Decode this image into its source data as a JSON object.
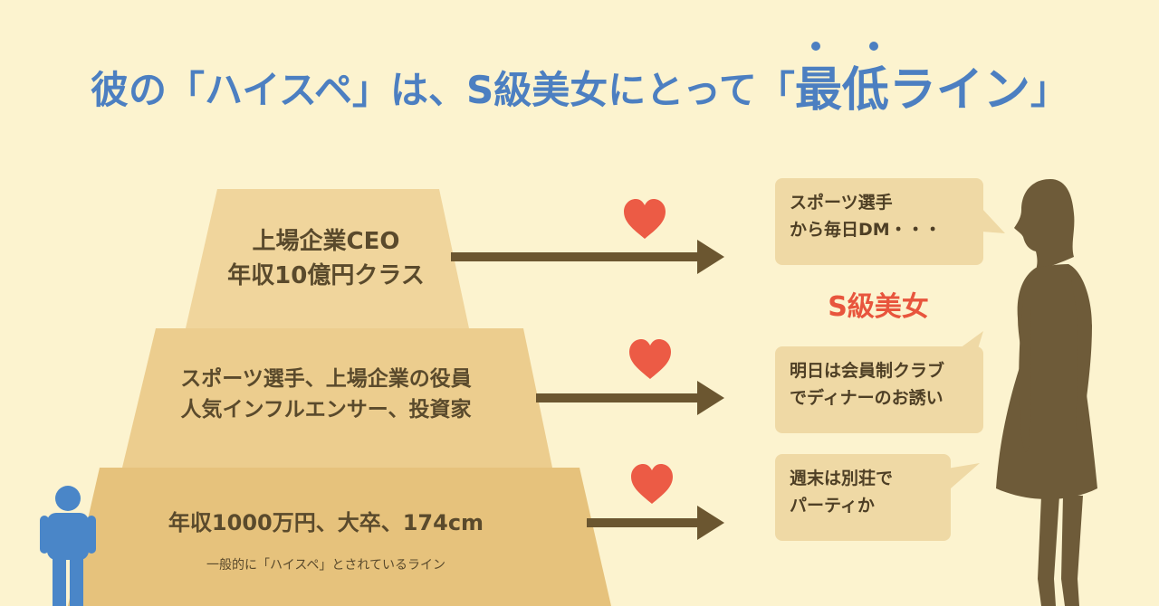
{
  "title": {
    "main": "彼の「ハイスペ」は、S級美女にとって",
    "open_bracket": "「",
    "emphasis": "最低ライン",
    "close_bracket": "」"
  },
  "pyramid": {
    "tiers": [
      {
        "line1": "上場企業CEO",
        "line2": "年収10億円クラス"
      },
      {
        "line1": "スポーツ選手、上場企業の役員",
        "line2": "人気インフルエンサー、投資家"
      },
      {
        "line1": "年収1000万円、大卒、174cm",
        "sub": "一般的に「ハイスペ」とされているライン"
      }
    ]
  },
  "bubbles": [
    {
      "line1": "スポーツ選手",
      "line2": "から毎日DM・・・"
    },
    {
      "line1": "明日は会員制クラブ",
      "line2": "でディナーのお誘い"
    },
    {
      "line1": "週末は別荘で",
      "line2": "パーティか"
    }
  ],
  "woman_label": "S級美女",
  "colors": {
    "background": "#fcf3cf",
    "title_blue": "#4c7fc1",
    "pyramid_top": "#f0d59c",
    "pyramid_mid": "#eccd8e",
    "pyramid_bottom": "#e6c27c",
    "arrow": "#6b5630",
    "heart": "#ec5b45",
    "bubble": "#efd9a5",
    "silhouette": "#6e5b39",
    "man_figure": "#4a86c8",
    "accent_red": "#e8553d"
  },
  "icons": [
    "heart-icon",
    "arrow-icon",
    "man-figure-icon",
    "woman-silhouette"
  ]
}
